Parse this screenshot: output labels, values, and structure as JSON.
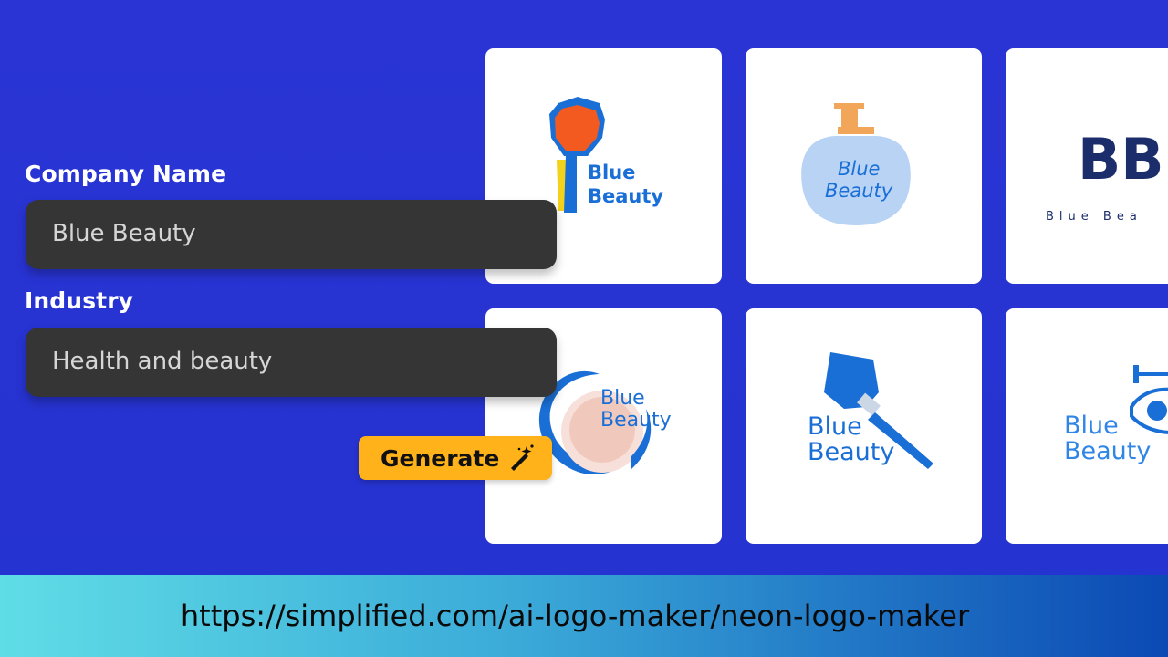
{
  "form": {
    "company_label": "Company Name",
    "company_value": "Blue Beauty",
    "industry_label": "Industry",
    "industry_value": "Health and beauty",
    "generate_label": "Generate"
  },
  "logos": [
    {
      "line1": "Blue",
      "line2": "Beauty",
      "icon": "hand-mirror-icon"
    },
    {
      "line1": "Blue",
      "line2": "Beauty",
      "icon": "lotion-pump-bottle-icon"
    },
    {
      "monogram": "BB",
      "wordmark": "Blue Bea",
      "icon": "bb-monogram-icon"
    },
    {
      "line1": "Blue",
      "line2": "Beauty",
      "icon": "powder-compact-icon"
    },
    {
      "line1": "Blue",
      "line2": "Beauty",
      "icon": "makeup-brush-icon"
    },
    {
      "line1": "Blue",
      "line2": "Beauty",
      "icon": "eye-lash-icon"
    }
  ],
  "footer": {
    "url": "https://simplified.com/ai-logo-maker/neon-logo-maker"
  },
  "colors": {
    "background": "#2636d2",
    "button": "#ffb21a",
    "field": "#353535",
    "logo_blue": "#1a6fd6"
  }
}
